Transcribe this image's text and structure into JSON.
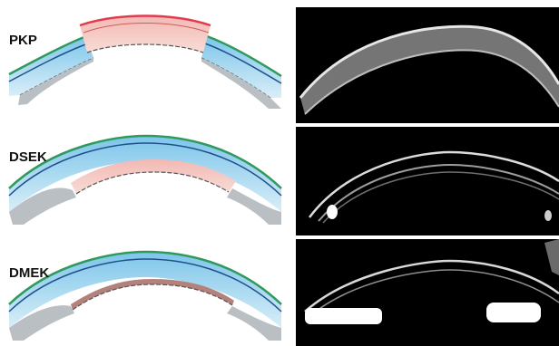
{
  "figure": {
    "rows": [
      {
        "label": "PKP"
      },
      {
        "label": "DSEK"
      },
      {
        "label": "DMEK"
      }
    ]
  }
}
